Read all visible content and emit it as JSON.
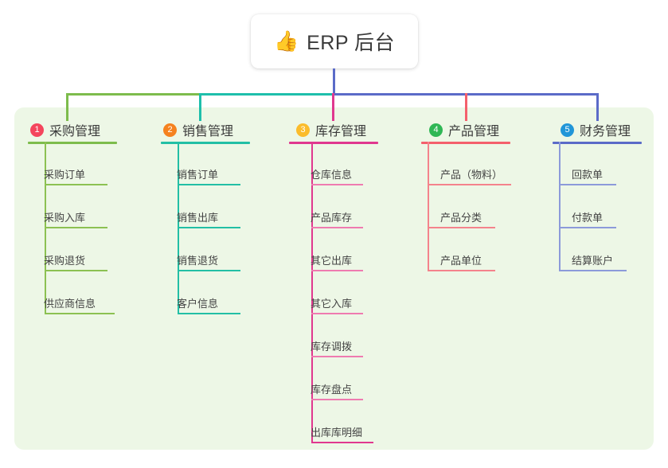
{
  "diagram": {
    "type": "org-chart-mindmap",
    "root": {
      "icon": "thumbs-up-icon",
      "emoji": "👍",
      "label": "ERP 后台"
    },
    "panel_bg": "#edf7e6",
    "branches": [
      {
        "index": "1",
        "label": "采购管理",
        "badge_color": "#f4455c",
        "line_color": "#7dbc4c",
        "connector_color": "#7dbc4c",
        "items": [
          "采购订单",
          "采购入库",
          "采购退货",
          "供应商信息"
        ]
      },
      {
        "index": "2",
        "label": "销售管理",
        "badge_color": "#f5821f",
        "line_color": "#23bfa5",
        "connector_color": "#1ebfab",
        "items": [
          "销售订单",
          "销售出库",
          "销售退货",
          "客户信息"
        ]
      },
      {
        "index": "3",
        "label": "库存管理",
        "badge_color": "#fbbc2b",
        "line_color": "#e0388f",
        "connector_color": "#e0388f",
        "items": [
          "仓库信息",
          "产品库存",
          "其它出库",
          "其它入库",
          "库存调拨",
          "库存盘点",
          "出库库明细"
        ]
      },
      {
        "index": "4",
        "label": "产品管理",
        "badge_color": "#2fb755",
        "line_color": "#f4606c",
        "connector_color": "#f4606c",
        "items": [
          "产品（物料）",
          "产品分类",
          "产品单位"
        ]
      },
      {
        "index": "5",
        "label": "财务管理",
        "badge_color": "#2196d8",
        "line_color": "#5b6bc8",
        "connector_color": "#5b6bc8",
        "items": [
          "回款单",
          "付款单",
          "结算账户"
        ]
      }
    ],
    "trunk": {
      "stem_color": "#5b6bc8",
      "segments": [
        {
          "color": "#7dbc4c",
          "from": 84,
          "to": 252
        },
        {
          "color": "#1ebfab",
          "from": 252,
          "to": 418
        },
        {
          "color": "#5b6bc8",
          "from": 418,
          "to": 751
        }
      ]
    }
  }
}
